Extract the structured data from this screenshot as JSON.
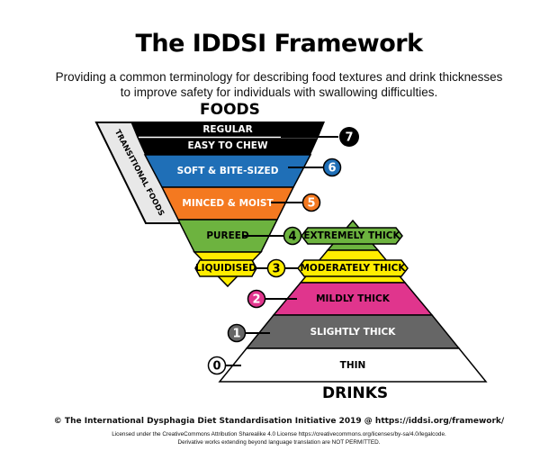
{
  "title": "The IDDSI Framework",
  "subtitle": "Providing a common terminology for describing food textures and drink thicknesses to improve safety for individuals with swallowing difficulties.",
  "foods_heading": "FOODS",
  "drinks_heading": "DRINKS",
  "transitional_label": "TRANSITIONAL FOODS",
  "levels": {
    "regular": "REGULAR",
    "easy_to_chew": "EASY TO CHEW",
    "soft_bite_sized": "SOFT & BITE-SIZED",
    "minced_moist": "MINCED & MOIST",
    "pureed": "PUREED",
    "liquidised": "LIQUIDISED",
    "extremely_thick": "EXTREMELY THICK",
    "moderately_thick": "MODERATELY THICK",
    "mildly_thick": "MILDLY THICK",
    "slightly_thick": "SLIGHTLY THICK",
    "thin": "THIN"
  },
  "numbers": {
    "n7": "7",
    "n6": "6",
    "n5": "5",
    "n4": "4",
    "n3": "3",
    "n2": "2",
    "n1": "1",
    "n0": "0"
  },
  "colors": {
    "black": "#000000",
    "blue": "#1f6fb7",
    "orange": "#f47920",
    "green": "#6db33f",
    "yellow": "#ffed00",
    "pink": "#e0358d",
    "grey": "#666666",
    "white": "#ffffff"
  },
  "footer_line1": "© The International Dysphagia Diet Standardisation Initiative 2019 @ https://iddsi.org/framework/",
  "footer_line2": "Licensed under the CreativeCommons Attribution Sharealike 4.0 License https://creativecommons.org/licenses/by-sa/4.0/legalcode.",
  "footer_line3": "Derivative works extending beyond language translation are NOT PERMITTED."
}
